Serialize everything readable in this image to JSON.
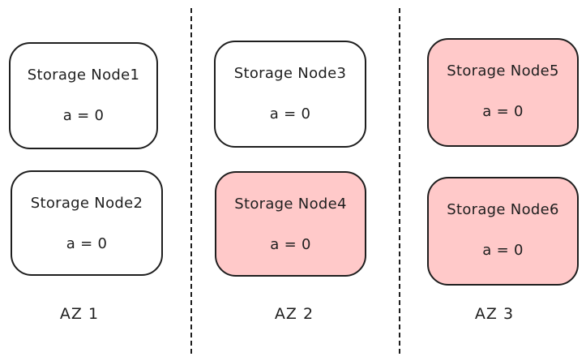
{
  "colors": {
    "stroke": "#1e1e1e",
    "healthy_fill": "#ffffff",
    "failed_fill": "#ffc9c9"
  },
  "nodes": [
    {
      "title": "Storage Node1",
      "value": "a = 0",
      "highlighted": false
    },
    {
      "title": "Storage Node2",
      "value": "a = 0",
      "highlighted": false
    },
    {
      "title": "Storage Node3",
      "value": "a = 0",
      "highlighted": false
    },
    {
      "title": "Storage Node4",
      "value": "a = 0",
      "highlighted": true
    },
    {
      "title": "Storage Node5",
      "value": "a = 0",
      "highlighted": true
    },
    {
      "title": "Storage Node6",
      "value": "a = 0",
      "highlighted": true
    }
  ],
  "zones": [
    {
      "label": "AZ 1"
    },
    {
      "label": "AZ 2"
    },
    {
      "label": "AZ 3"
    }
  ]
}
